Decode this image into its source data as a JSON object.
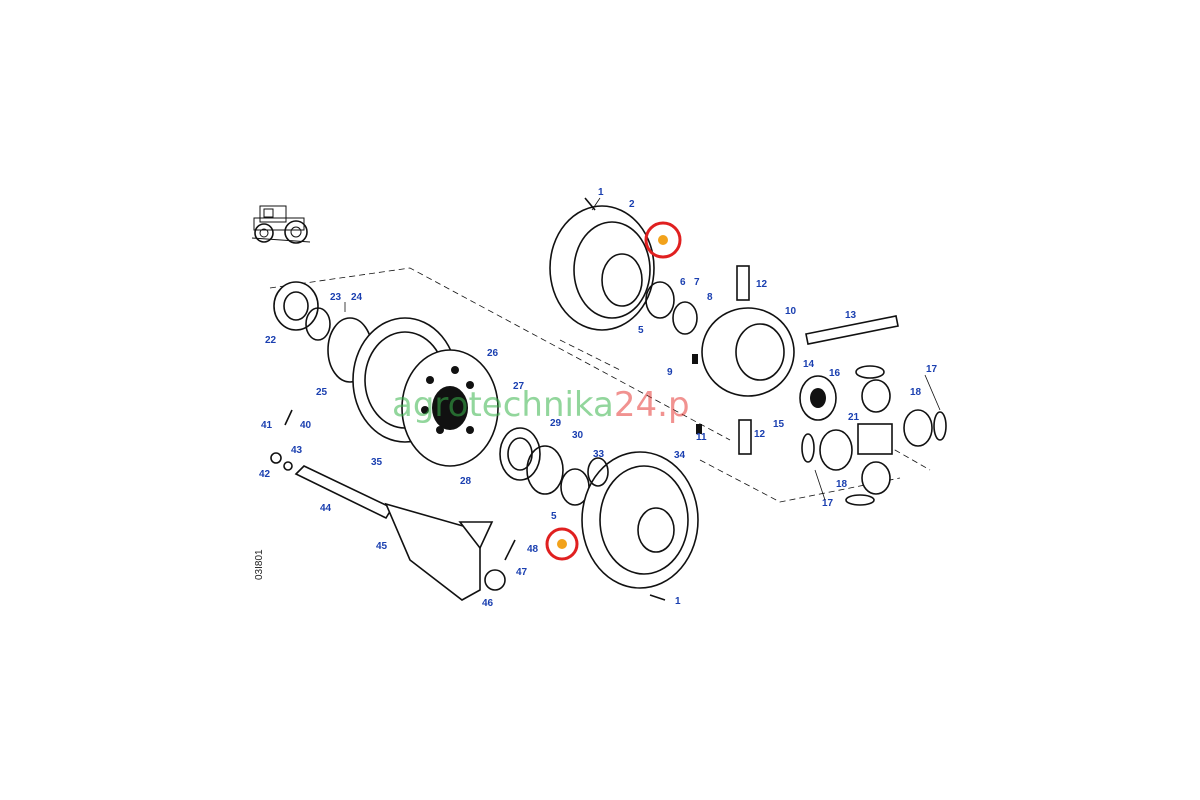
{
  "diagram": {
    "drawing_code": "03I801",
    "watermark": {
      "prefix": "agrotechnika",
      "suffix": "24.p",
      "colors": {
        "prefix": "#39b54a",
        "suffix": "#e53935"
      }
    },
    "part_labels": {
      "p1a": "1",
      "p2": "2",
      "p5a": "5",
      "p6": "6",
      "p7": "7",
      "p8": "8",
      "p9": "9",
      "p10": "10",
      "p11": "11",
      "p12a": "12",
      "p12b": "12",
      "p13": "13",
      "p14": "14",
      "p15": "15",
      "p16": "16",
      "p17a": "17",
      "p17b": "17",
      "p18a": "18",
      "p18b": "18",
      "p21": "21",
      "p22": "22",
      "p23": "23",
      "p24": "24",
      "p25": "25",
      "p26": "26",
      "p27": "27",
      "p28": "28",
      "p29": "29",
      "p30": "30",
      "p33": "33",
      "p34": "34",
      "p35": "35",
      "p40": "40",
      "p41": "41",
      "p42": "42",
      "p43": "43",
      "p44": "44",
      "p45": "45",
      "p46": "46",
      "p47": "47",
      "p48": "48",
      "p5b": "5",
      "p1b": "1"
    },
    "highlight_color": "#e02020",
    "marker_color": "#f2a21b",
    "tractor_icon": "tractor-icon"
  }
}
